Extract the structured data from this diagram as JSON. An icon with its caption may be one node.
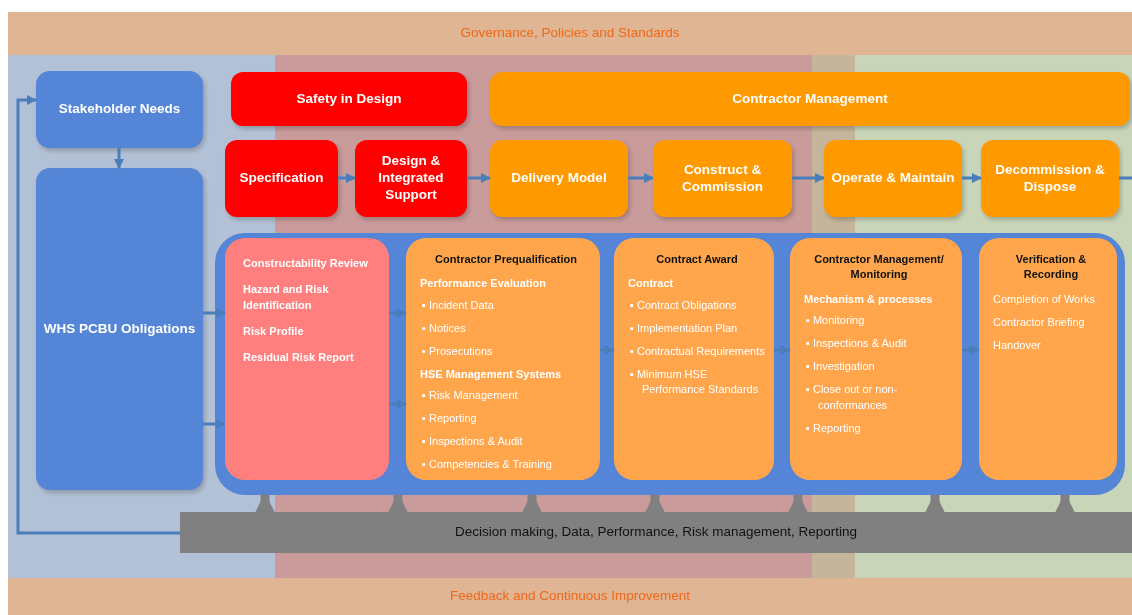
{
  "diagram": {
    "nodes": [
      {
        "text": [
          "Governance, Policies and Standards"
        ]
      },
      {
        "text": [
          "Stakeholder Needs"
        ]
      },
      {
        "text": [
          "WHS PCBU Obligations"
        ]
      },
      {
        "text": [
          "Safety in Design"
        ]
      },
      {
        "text": [
          "Contractor Management"
        ]
      },
      {
        "text": [
          "Specification"
        ]
      },
      {
        "text": [
          "Design & Integrated Support"
        ]
      },
      {
        "text": [
          "Delivery Model"
        ]
      },
      {
        "text": [
          "Construct & Commission"
        ]
      },
      {
        "text": [
          "Operate & Maintain"
        ]
      },
      {
        "text": [
          "Decommission & Dispose"
        ]
      },
      {
        "text": [],
        "shape": "box"
      },
      {
        "text": [
          "Constructability Review",
          "Hazard and Risk Identification",
          "Risk Profile",
          "Residual Risk Report"
        ],
        "in": 11
      },
      {
        "text": [
          "Contractor Prequalification",
          "Performance Evaluation",
          "▪ Incident Data",
          "▪ Notices",
          "▪ Prosecutions",
          "HSE Management Systems",
          "▪ Risk Management",
          "▪ Reporting",
          "▪ Inspections & Audit",
          "▪ Competencies & Training"
        ],
        "in": 11
      },
      {
        "text": [
          "Contract Award",
          "Contract",
          "▪ Contract Obligations",
          "▪ Implementation Plan",
          "▪ Contractual Requirements",
          "▪ Minimum HSE Performance Standards"
        ],
        "in": 11
      },
      {
        "text": [
          "Contractor Management/ Monitoring",
          "Mechanism & processes",
          "▪ Monitoring",
          "▪ Inspections & Audit",
          "▪ Investigation",
          "▪ Close out or non-conformances",
          "▪ Reporting"
        ],
        "in": 11
      },
      {
        "text": [
          "Verification & Recording",
          "Completion of Works",
          "Contractor Briefing",
          "Handover"
        ],
        "in": 11
      },
      {
        "text": [
          "Decision making, Data, Performance, Risk management, Reporting"
        ]
      },
      {
        "text": [
          "Feedback and Continuous Improvement"
        ]
      }
    ],
    "edges": [
      {
        "from": 1,
        "to": 2,
        "arrow": "to"
      },
      {
        "from": 5,
        "to": 6,
        "arrow": "to"
      },
      {
        "from": 6,
        "to": 7,
        "arrow": "to"
      },
      {
        "from": 7,
        "to": 8,
        "arrow": "to"
      },
      {
        "from": 8,
        "to": 9,
        "arrow": "to"
      },
      {
        "from": 9,
        "to": 10,
        "arrow": "to"
      },
      {
        "from": 10,
        "to": null,
        "arrow": "none"
      },
      {
        "from": 2,
        "to": 12,
        "arrow": "to"
      },
      {
        "from": 2,
        "to": 12,
        "arrow": "to"
      },
      {
        "from": 12,
        "to": 13,
        "arrow": "to"
      },
      {
        "from": 12,
        "to": 13,
        "arrow": "to"
      },
      {
        "from": 13,
        "to": 14,
        "arrow": "to"
      },
      {
        "from": 14,
        "to": 15,
        "arrow": "to"
      },
      {
        "from": 15,
        "to": 16,
        "arrow": "to"
      },
      {
        "from": 17,
        "to": 11,
        "arrow": "to",
        "style": "thick",
        "color": "#808080"
      },
      {
        "from": 17,
        "to": 11,
        "arrow": "to",
        "style": "thick",
        "color": "#808080"
      },
      {
        "from": 17,
        "to": 11,
        "arrow": "to",
        "style": "thick",
        "color": "#808080"
      },
      {
        "from": 17,
        "to": 11,
        "arrow": "to",
        "style": "thick",
        "color": "#808080"
      },
      {
        "from": 17,
        "to": 11,
        "arrow": "to",
        "style": "thick",
        "color": "#808080"
      },
      {
        "from": 17,
        "to": 11,
        "arrow": "to",
        "style": "thick",
        "color": "#808080"
      },
      {
        "from": 17,
        "to": 11,
        "arrow": "to",
        "style": "thick",
        "color": "#808080"
      },
      {
        "from": 17,
        "to": 1,
        "arrow": "to"
      }
    ]
  }
}
